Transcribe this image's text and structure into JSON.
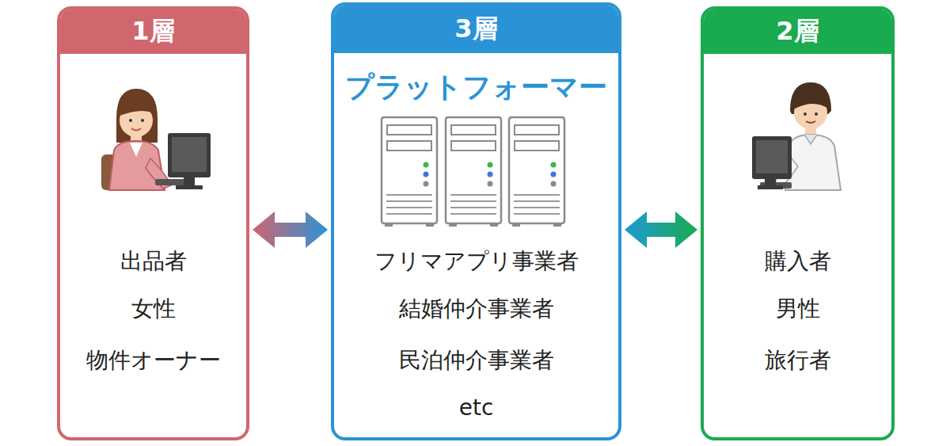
{
  "diagram": {
    "nodes": [
      {
        "text": [
          "1層",
          "出品者",
          "女性",
          "物件オーナー"
        ]
      },
      {
        "text": [
          "3層",
          "プラットフォーマー",
          "フリマアプリ事業者",
          "結婚仲介事業者",
          "民泊仲介事業者",
          "etc"
        ]
      },
      {
        "text": [
          "2層",
          "購入者",
          "男性",
          "旅行者"
        ]
      }
    ],
    "edges": [
      {
        "from": 0,
        "to": 1,
        "arrow": "both"
      },
      {
        "from": 1,
        "to": 2,
        "arrow": "both"
      }
    ]
  }
}
